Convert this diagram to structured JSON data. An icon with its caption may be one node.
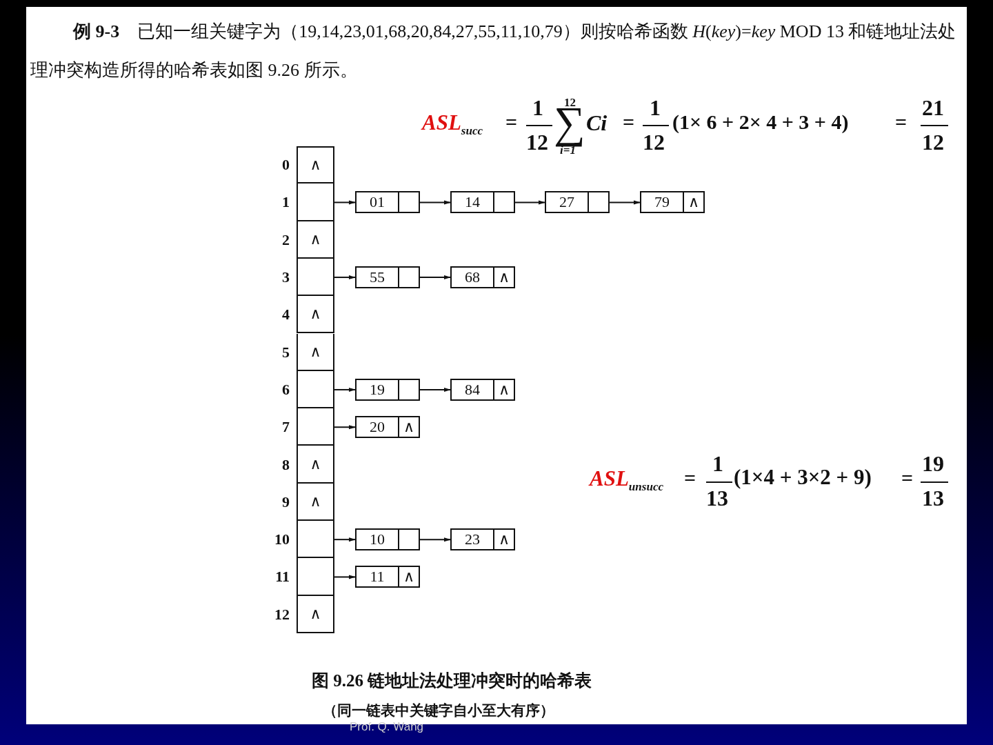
{
  "diagram": {
    "caption": "图 9.26 链地址法处理冲突时的哈希表",
    "nodes": [
      {
        "text": [
          "∧"
        ],
        "beside": [
          "0"
        ]
      },
      {
        "text": [],
        "shape": "box",
        "beside": [
          "1"
        ]
      },
      {
        "text": [
          "∧"
        ],
        "beside": [
          "2"
        ]
      },
      {
        "text": [],
        "shape": "box",
        "beside": [
          "3"
        ]
      },
      {
        "text": [
          "∧"
        ],
        "beside": [
          "4"
        ]
      },
      {
        "text": [
          "∧"
        ],
        "beside": [
          "5"
        ]
      },
      {
        "text": [],
        "shape": "box",
        "beside": [
          "6"
        ]
      },
      {
        "text": [],
        "shape": "box",
        "beside": [
          "7"
        ]
      },
      {
        "text": [
          "∧"
        ],
        "beside": [
          "8"
        ]
      },
      {
        "text": [
          "∧"
        ],
        "beside": [
          "9"
        ]
      },
      {
        "text": [],
        "shape": "box",
        "beside": [
          "10"
        ]
      },
      {
        "text": [],
        "shape": "box",
        "beside": [
          "11"
        ]
      },
      {
        "text": [
          "∧"
        ],
        "beside": [
          "12"
        ]
      },
      {
        "text": [
          "01"
        ]
      },
      {
        "text": [
          "14"
        ]
      },
      {
        "text": [
          "27"
        ]
      },
      {
        "text": [
          "79",
          "∧"
        ]
      },
      {
        "text": [
          "55"
        ]
      },
      {
        "text": [
          "68",
          "∧"
        ]
      },
      {
        "text": [
          "19"
        ]
      },
      {
        "text": [
          "84",
          "∧"
        ]
      },
      {
        "text": [
          "20",
          "∧"
        ]
      },
      {
        "text": [
          "10"
        ]
      },
      {
        "text": [
          "23",
          "∧"
        ]
      },
      {
        "text": [
          "11",
          "∧"
        ]
      }
    ],
    "edges": [
      {
        "from": 1,
        "to": 13,
        "arrow": "to"
      },
      {
        "from": 13,
        "to": 14,
        "arrow": "to"
      },
      {
        "from": 14,
        "to": 15,
        "arrow": "to"
      },
      {
        "from": 15,
        "to": 16,
        "arrow": "to"
      },
      {
        "from": 3,
        "to": 17,
        "arrow": "to"
      },
      {
        "from": 17,
        "to": 18,
        "arrow": "to"
      },
      {
        "from": 6,
        "to": 19,
        "arrow": "to"
      },
      {
        "from": 19,
        "to": 20,
        "arrow": "to"
      },
      {
        "from": 7,
        "to": 21,
        "arrow": "to"
      },
      {
        "from": 10,
        "to": 22,
        "arrow": "to"
      },
      {
        "from": 22,
        "to": 23,
        "arrow": "to"
      },
      {
        "from": 11,
        "to": 24,
        "arrow": "to"
      }
    ],
    "labels": [
      "**例 9-3**　已知一组关键字为（19,14,23,01,68,20,84,27,55,11,10,79）则按哈希函数 *H*(*key*)=*key* MOD 13 和链地址法处理冲突构造所得的哈希表如图 9.26 所示。",
      "ASL$_{succ}$",
      "=",
      "1",
      "12",
      "12",
      "∑",
      "*i*=1",
      "Ci",
      "=",
      "1",
      "12",
      "(1× 6 + 2× 4 + 3 + 4)",
      "=",
      "21",
      "12",
      "ASL$_{unsucc}$",
      "=",
      "1",
      "13",
      "(1×4 + 3×2 + 9)",
      "=",
      "19",
      "13",
      "（同一链表中关键字自小至大有序）",
      "Prof. Q. Wang"
    ]
  }
}
